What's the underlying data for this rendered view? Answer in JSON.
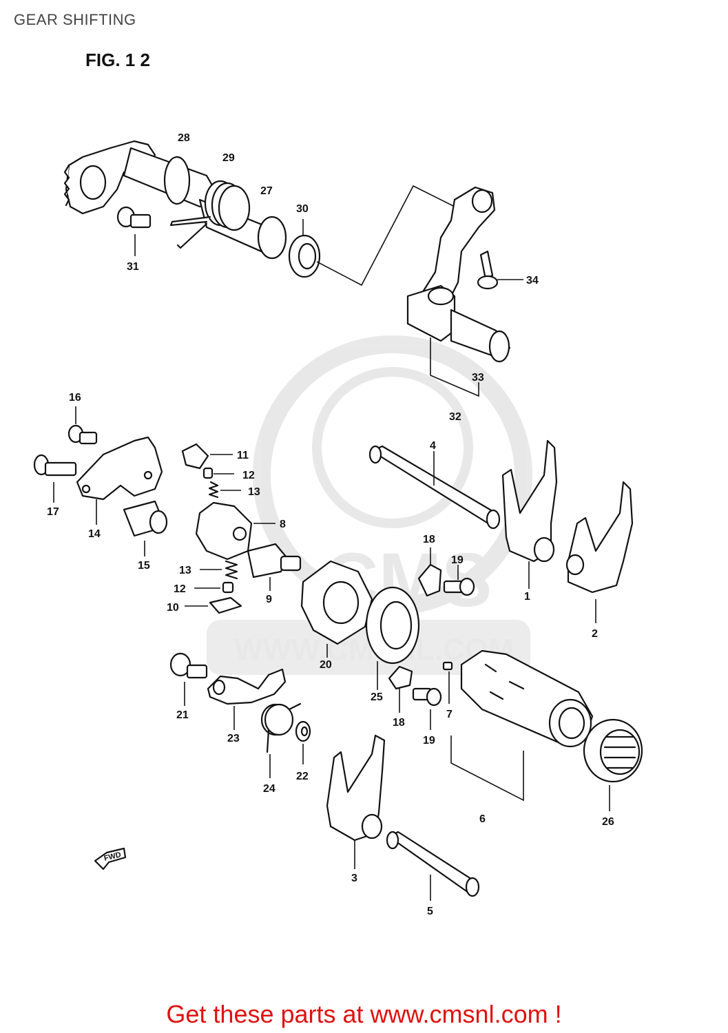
{
  "header": {
    "title": "GEAR SHIFTING",
    "figure": "FIG. 1 2"
  },
  "watermark": {
    "site": "WWW.CMSNL.COM",
    "logo": "CMS"
  },
  "fwd_label": "FWD",
  "footer": {
    "promo": "Get these parts at www.cmsnl.com !"
  },
  "callouts": {
    "c28": "28",
    "c29": "29",
    "c27": "27",
    "c30": "30",
    "c31": "31",
    "c34": "34",
    "c33": "33",
    "c32": "32",
    "c16": "16",
    "c17": "17",
    "c14": "14",
    "c15": "15",
    "c11": "11",
    "c12a": "12",
    "c13a": "13",
    "c8": "8",
    "c13b": "13",
    "c12b": "12",
    "c10": "10",
    "c9": "9",
    "c4": "4",
    "c18a": "18",
    "c19a": "19",
    "c1": "1",
    "c2": "2",
    "c20": "20",
    "c25": "25",
    "c18b": "18",
    "c19b": "19",
    "c7": "7",
    "c21": "21",
    "c23": "23",
    "c24": "24",
    "c22": "22",
    "c6": "6",
    "c26": "26",
    "c3": "3",
    "c5": "5"
  }
}
